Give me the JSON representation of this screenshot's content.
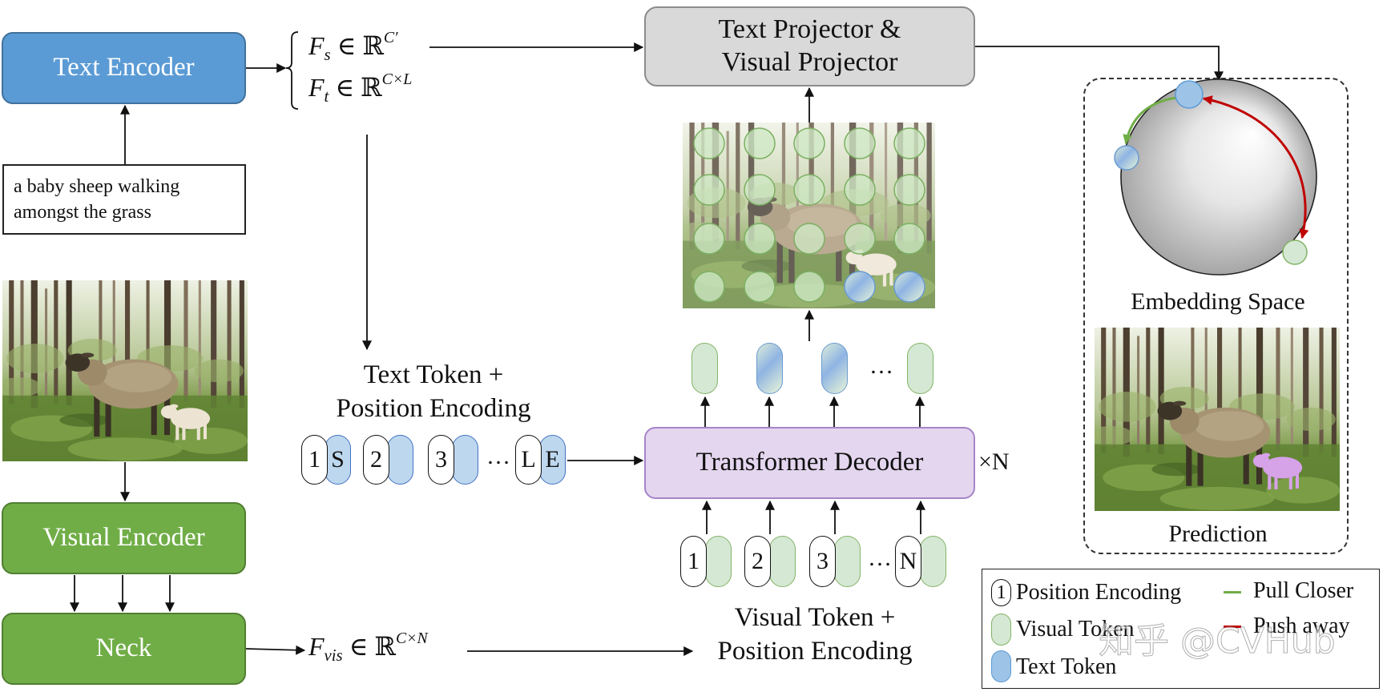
{
  "colors": {
    "text_encoder": "#5b9bd5",
    "visual_encoder": "#70ad47",
    "projector": "#d9d9d9",
    "decoder": "#e4d6ef",
    "text_token": "#bdd7ee",
    "visual_token": "#d5e8d4",
    "pull_closer": "#70ad47",
    "push_away": "#c00000"
  },
  "text_encoder": {
    "label": "Text Encoder"
  },
  "caption": {
    "line1": "a baby sheep walking",
    "line2": "amongst the grass"
  },
  "visual_encoder": {
    "label": "Visual Encoder"
  },
  "neck": {
    "label": "Neck"
  },
  "features": {
    "fs": {
      "base": "F",
      "sub": "s",
      "rel": " ∈ ℝ",
      "sup": "C′"
    },
    "ft": {
      "base": "F",
      "sub": "t",
      "rel": " ∈ ℝ",
      "sup": "C×L"
    },
    "fvis": {
      "base": "F",
      "sub": "vis",
      "rel": " ∈ ℝ",
      "sup": "C×N"
    }
  },
  "projector": {
    "line1": "Text Projector &",
    "line2": "Visual Projector"
  },
  "text_tokens": {
    "label_line1": "Text Token +",
    "label_line2": "Position Encoding",
    "positions": [
      "1",
      "2",
      "3",
      "L"
    ],
    "start_token": "S",
    "end_token": "E",
    "ellipsis": "…"
  },
  "decoder": {
    "label": "Transformer Decoder",
    "repeat": "×N"
  },
  "visual_tokens": {
    "label_line1": "Visual Token +",
    "label_line2": "Position Encoding",
    "positions": [
      "1",
      "2",
      "3",
      "N"
    ],
    "ellipsis": "…"
  },
  "output_tokens": {
    "ellipsis": "…"
  },
  "embedding": {
    "title": "Embedding Space"
  },
  "prediction": {
    "title": "Prediction"
  },
  "legend": {
    "position_icon": "1",
    "position_encoding": "Position Encoding",
    "visual_token": "Visual Token",
    "text_token": "Text Token",
    "pull_closer": "Pull Closer",
    "push_away": "Push away"
  },
  "watermark": "知乎 @CVHub"
}
